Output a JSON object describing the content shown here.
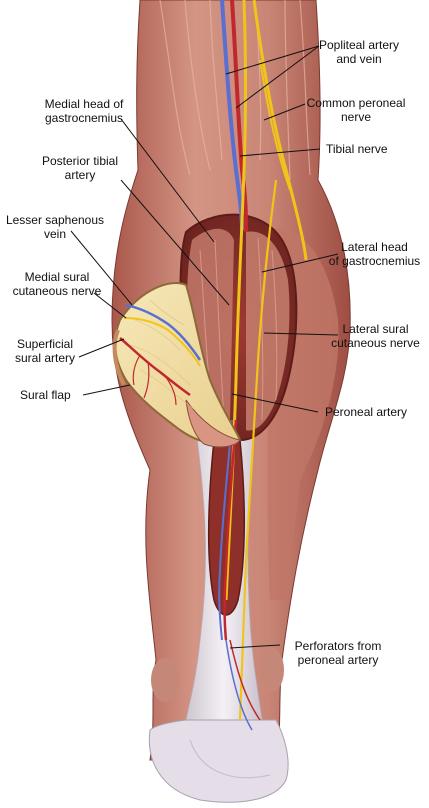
{
  "labels": {
    "popliteal": "Popliteal artery\nand vein",
    "common_peroneal": "Common peroneal\nnerve",
    "tibial_nerve": "Tibial nerve",
    "medial_head": "Medial head of\ngastrocnemius",
    "posterior_tibial": "Posterior tibial\nartery",
    "lesser_saphenous": "Lesser saphenous\nvein",
    "medial_sural": "Medial sural\ncutaneous nerve",
    "superficial_sural": "Superficial\nsural artery",
    "sural_flap": "Sural flap",
    "lateral_head": "Lateral head\nof gastrocnemius",
    "lateral_sural": "Lateral sural\ncutaneous nerve",
    "peroneal_artery": "Peroneal artery",
    "perforators": "Perforators from\nperoneal artery"
  },
  "colors": {
    "muscle": "#b86a5c",
    "muscle_dark": "#8a3d33",
    "skin": "#e8d2c6",
    "tendon": "#ebe6ea",
    "nerve": "#f0c419",
    "vein": "#5a6fd0",
    "artery": "#c0282d",
    "flap": "#f2dfa6",
    "leader": "#111111"
  }
}
